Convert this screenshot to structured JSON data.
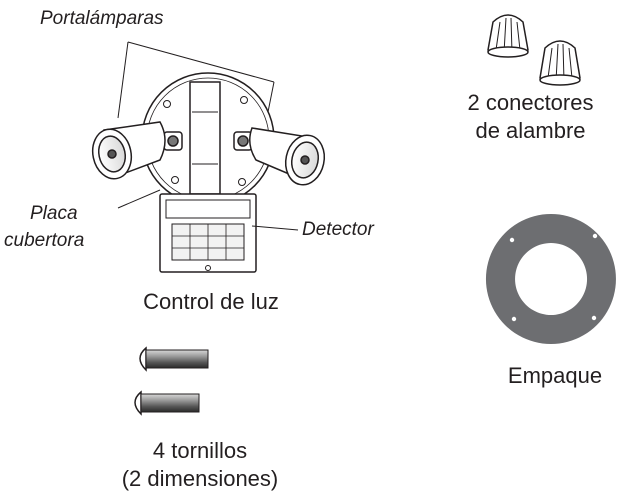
{
  "labels": {
    "lamp_holders": "Portalámparas",
    "cover_plate_line1": "Placa",
    "cover_plate_line2": "cubertora",
    "detector": "Detector",
    "light_control": "Control de luz",
    "wire_connectors_line1": "2 conectores",
    "wire_connectors_line2": "de alambre",
    "gasket": "Empaque",
    "screws_line1": "4 tornillos",
    "screws_line2": "(2 dimensiones)"
  },
  "colors": {
    "ink": "#231f20",
    "gasket_fill": "#6d6e71",
    "screw_shaft": "#8a8a8a"
  }
}
